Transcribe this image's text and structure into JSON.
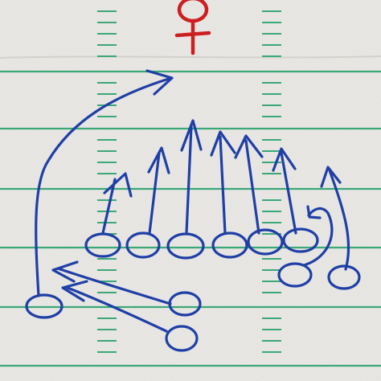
{
  "illustration": {
    "kind": "hand-drawn football play diagram on a sheet of field paper",
    "colors": {
      "paper": "#e9e7e4",
      "yard_line": "#3aa877",
      "hash_mark": "#3aa877",
      "ink": "#1f3fa6",
      "female_symbol": "#cc1f1f"
    },
    "symbols": [
      "female-symbol"
    ],
    "players_drawn": 11
  }
}
